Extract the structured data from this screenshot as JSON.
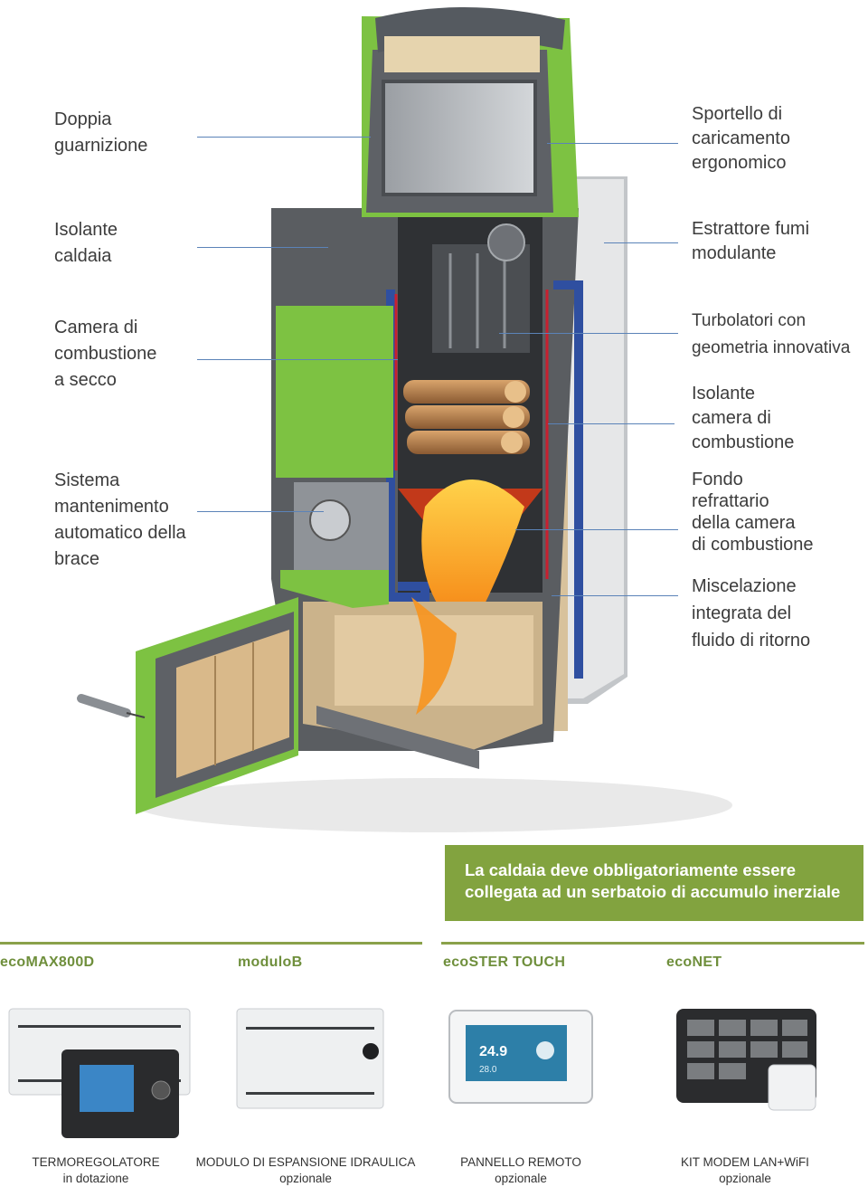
{
  "callouts_left": [
    {
      "lines": [
        "Doppia",
        "guarnizione"
      ]
    },
    {
      "lines": [
        "Isolante",
        "caldaia"
      ]
    },
    {
      "lines": [
        "Camera di",
        "combustione",
        "a secco"
      ]
    },
    {
      "lines": [
        "Sistema",
        "mantenimento",
        "automatico della",
        "brace"
      ]
    }
  ],
  "callouts_right": [
    {
      "lines": [
        "Sportello di",
        "caricamento",
        "ergonomico"
      ]
    },
    {
      "lines": [
        "Estrattore fumi",
        "modulante"
      ]
    },
    {
      "lines": [
        "Turbolatori con",
        "geometria innovativa"
      ]
    },
    {
      "lines": [
        "Isolante",
        "camera di",
        "combustione"
      ]
    },
    {
      "lines": [
        "Fondo",
        "refrattario",
        "della camera",
        "di combustione"
      ]
    },
    {
      "lines": [
        "Miscelazione",
        "integrata del",
        "fluido di ritorno"
      ]
    }
  ],
  "notice": {
    "lines": [
      "La caldaia deve obbligatoriamente essere",
      "collegata ad un serbatoio di accumulo inerziale"
    ]
  },
  "products": [
    {
      "name": "ecoMAX800D",
      "caption": [
        "TERMOREGOLATORE",
        "in dotazione"
      ],
      "screen": {
        "main": "",
        "sub": ""
      }
    },
    {
      "name": "moduloB",
      "caption": [
        "MODULO DI ESPANSIONE IDRAULICA",
        "opzionale"
      ],
      "screen": {
        "main": "",
        "sub": ""
      }
    },
    {
      "name": "ecoSTER TOUCH",
      "caption": [
        "PANNELLO REMOTO",
        "opzionale"
      ],
      "screen": {
        "main": "24.9",
        "sub": "28.0"
      }
    },
    {
      "name": "ecoNET",
      "caption": [
        "KIT MODEM  LAN+WiFI",
        "opzionale"
      ],
      "screen": {
        "main": "",
        "sub": ""
      }
    }
  ],
  "colors": {
    "green": "#7dc242",
    "accent": "#82a33f",
    "leader": "#5b83b8",
    "flame": "#f7931e",
    "insulation": "#d8c29c",
    "pipe": "#2f4fa0"
  }
}
